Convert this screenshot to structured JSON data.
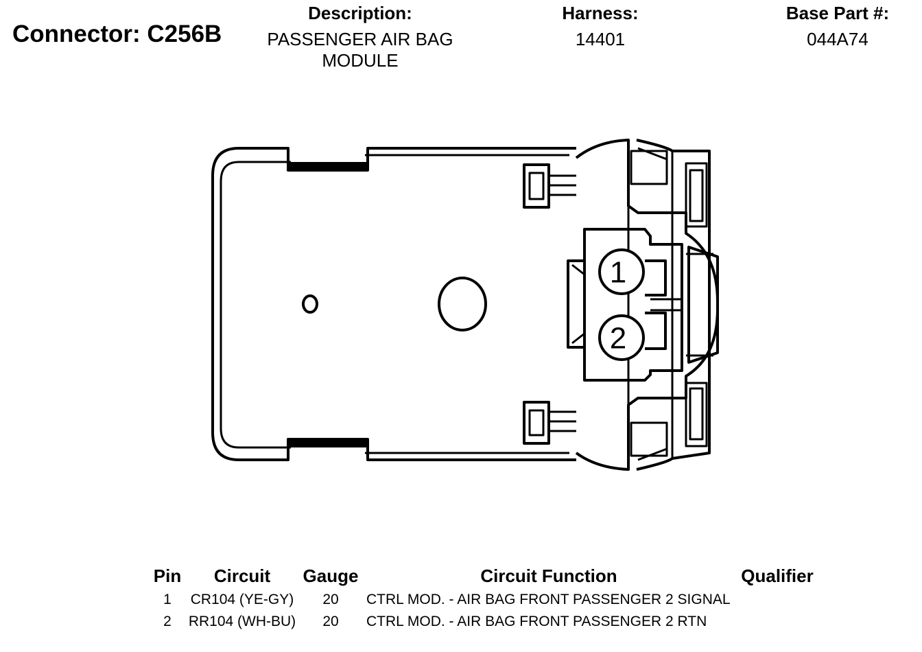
{
  "header": {
    "connector_title": "Connector: C256B",
    "description_label": "Description:",
    "description_value": "PASSENGER AIR BAG MODULE",
    "harness_label": "Harness:",
    "harness_value": "14401",
    "base_part_label": "Base Part #:",
    "base_part_value": "044A74"
  },
  "diagram": {
    "pins": [
      {
        "label": "1"
      },
      {
        "label": "2"
      }
    ]
  },
  "pin_table": {
    "columns": [
      "Pin",
      "Circuit",
      "Gauge",
      "Circuit Function",
      "Qualifier"
    ],
    "rows": [
      {
        "pin": "1",
        "circuit": "CR104 (YE-GY)",
        "gauge": "20",
        "function": "CTRL MOD. - AIR BAG FRONT PASSENGER 2 SIGNAL",
        "qualifier": ""
      },
      {
        "pin": "2",
        "circuit": "RR104 (WH-BU)",
        "gauge": "20",
        "function": "CTRL MOD. - AIR BAG FRONT PASSENGER 2 RTN",
        "qualifier": ""
      }
    ]
  }
}
